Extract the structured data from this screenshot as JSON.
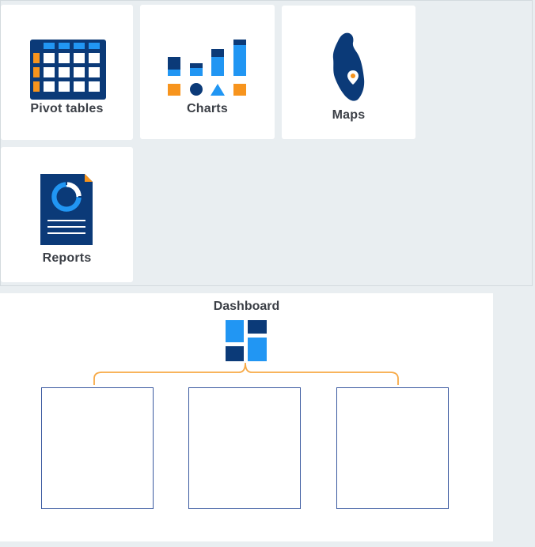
{
  "cards": {
    "pivot_tables": {
      "label": "Pivot tables",
      "icon": "pivot-table-icon"
    },
    "charts": {
      "label": "Charts",
      "icon": "bar-chart-icon"
    },
    "maps": {
      "label": "Maps",
      "icon": "map-pin-icon"
    },
    "reports": {
      "label": "Reports",
      "icon": "report-document-icon"
    }
  },
  "dashboard": {
    "title": "Dashboard",
    "icon": "dashboard-layout-icon",
    "slots": [
      "",
      "",
      ""
    ]
  },
  "colors": {
    "navy": "#0b3a78",
    "blue": "#2196f3",
    "orange": "#f7941d",
    "text": "#3b3f46",
    "background": "#e9eef1"
  }
}
